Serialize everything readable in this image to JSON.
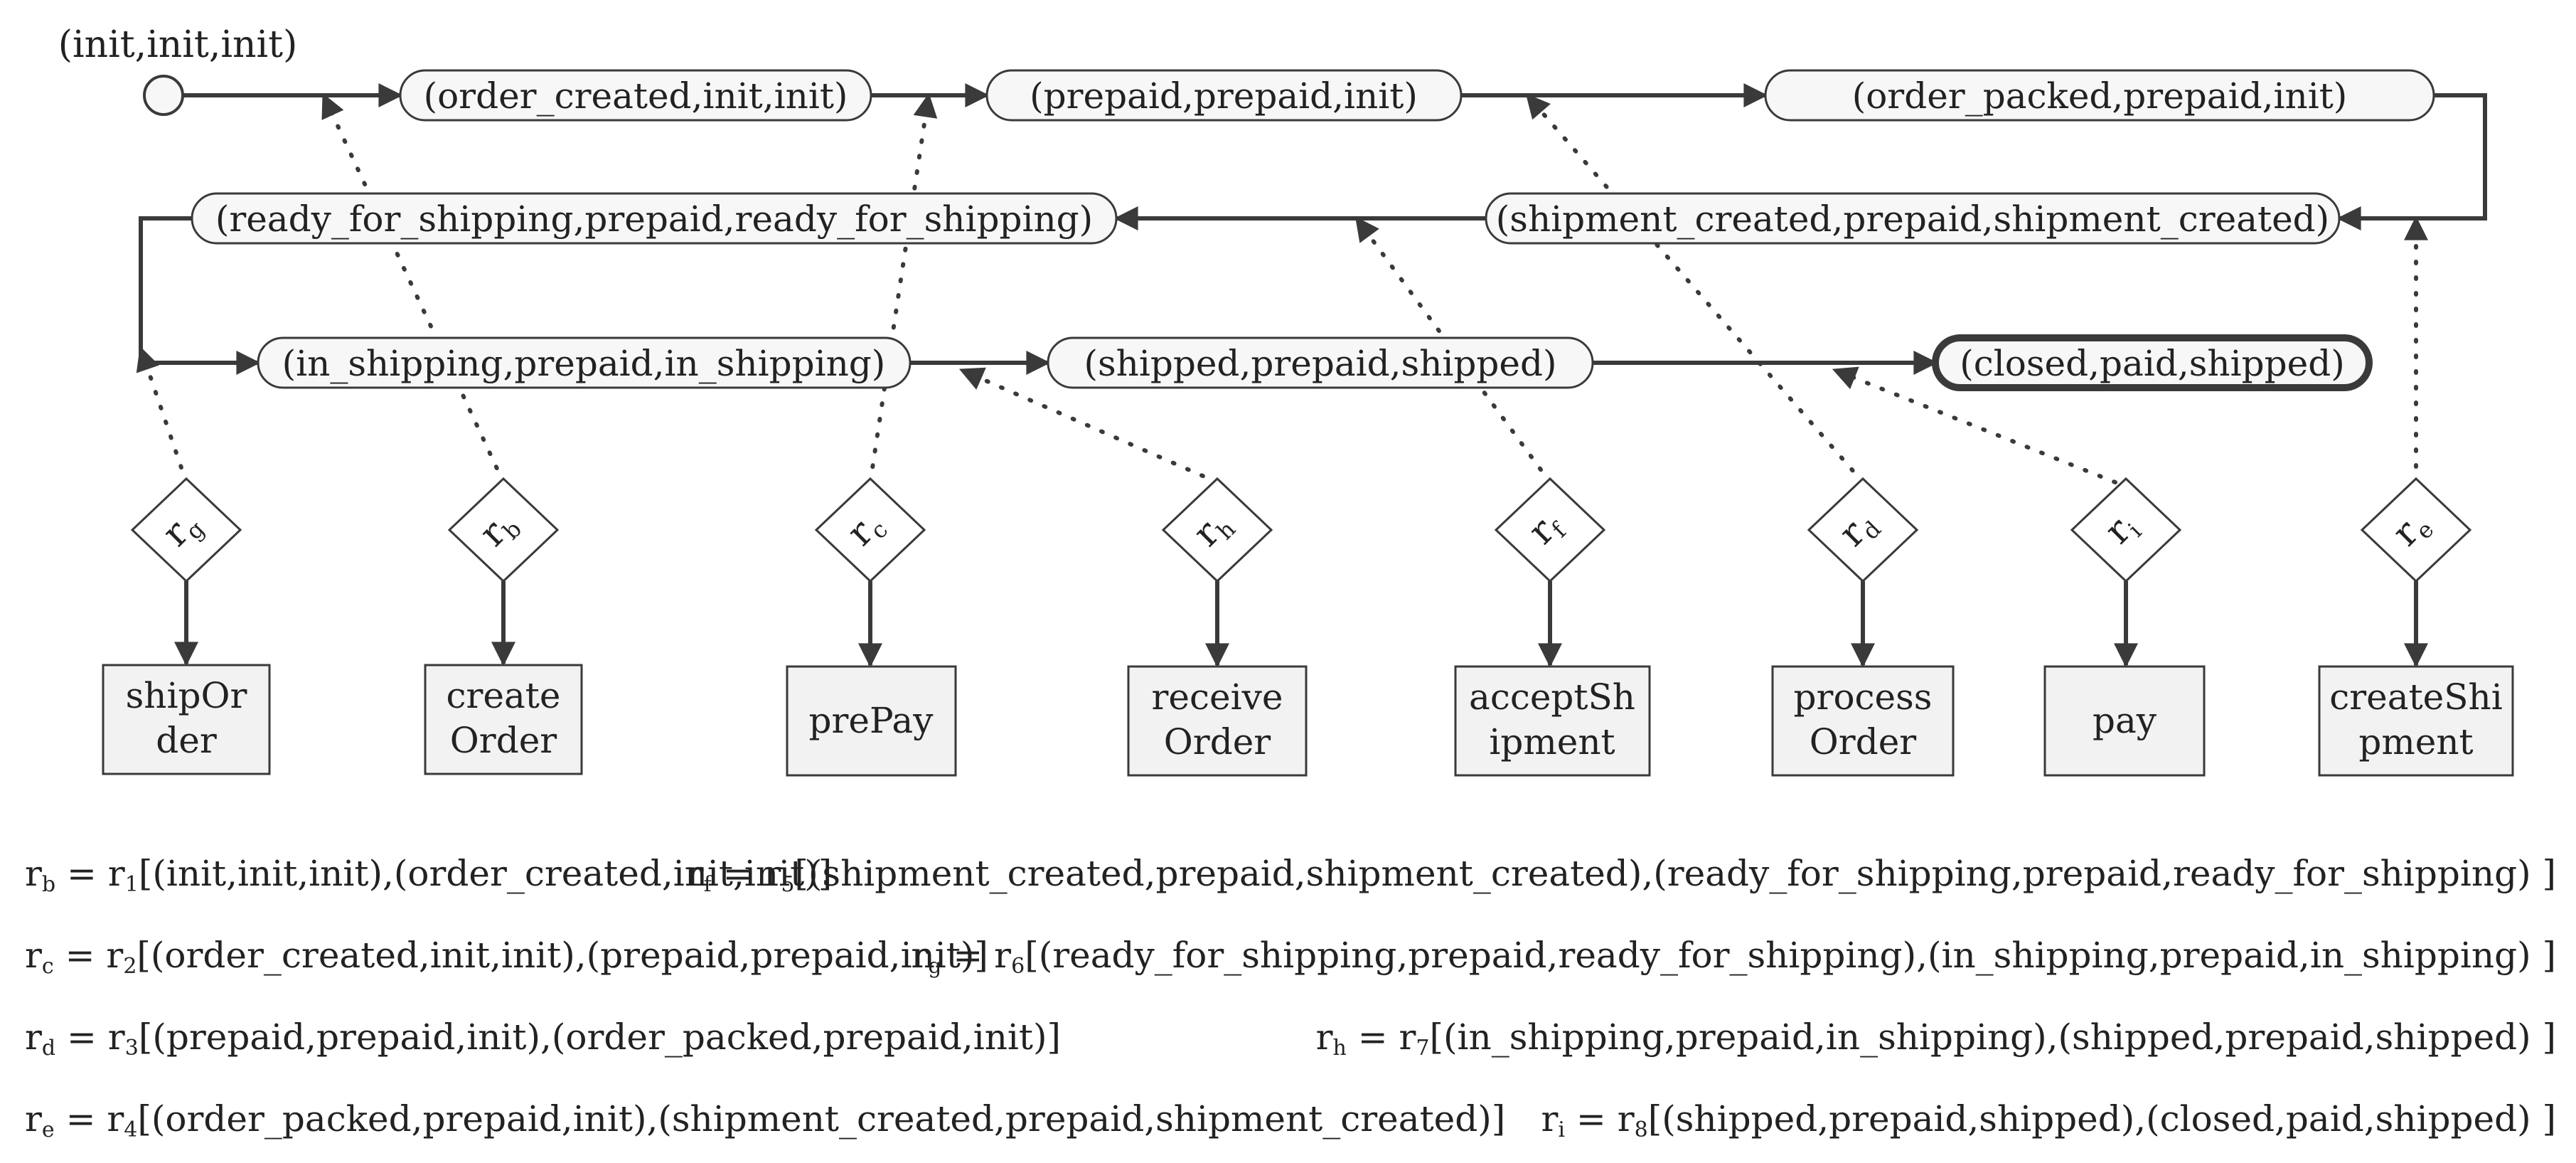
{
  "colors": {
    "ink": "#3a3a3a",
    "state_fill": "#f7f7f7",
    "service_fill": "#f2f2f2"
  },
  "initial": {
    "label": "(init,init,init)"
  },
  "states": {
    "s1": "(order_created,init,init)",
    "s2": "(prepaid,prepaid,init)",
    "s3": "(order_packed,prepaid,init)",
    "s4": "(shipment_created,prepaid,shipment_created)",
    "s5": "(ready_for_shipping,prepaid,ready_for_shipping)",
    "s6": "(in_shipping,prepaid,in_shipping)",
    "s7": "(shipped,prepaid,shipped)",
    "s8": "(closed,paid,shipped)"
  },
  "rules": [
    {
      "main": "r",
      "sub": "g",
      "service": [
        "shipOr",
        "der"
      ]
    },
    {
      "main": "r",
      "sub": "b",
      "service": [
        "create",
        "Order"
      ]
    },
    {
      "main": "r",
      "sub": "c",
      "service": [
        "prePay"
      ]
    },
    {
      "main": "r",
      "sub": "h",
      "service": [
        "receive",
        "Order"
      ]
    },
    {
      "main": "r",
      "sub": "f",
      "service": [
        "acceptSh",
        "ipment"
      ]
    },
    {
      "main": "r",
      "sub": "d",
      "service": [
        "process",
        "Order"
      ]
    },
    {
      "main": "r",
      "sub": "i",
      "service": [
        "pay"
      ]
    },
    {
      "main": "r",
      "sub": "e",
      "service": [
        "createShi",
        "pment"
      ]
    }
  ],
  "definitions": [
    {
      "lhs": "r",
      "lhs_sub": "b",
      "mid": " = r",
      "mid_sub": "1",
      "rhs": "[(init,init,init),(order_created,init,init)]"
    },
    {
      "lhs": "r",
      "lhs_sub": "c",
      "mid": " = r",
      "mid_sub": "2",
      "rhs": "[(order_created,init,init),(prepaid,prepaid,init)]"
    },
    {
      "lhs": "r",
      "lhs_sub": "d",
      "mid": " = r",
      "mid_sub": "3",
      "rhs": "[(prepaid,prepaid,init),(order_packed,prepaid,init)]"
    },
    {
      "lhs": "r",
      "lhs_sub": "e",
      "mid": " = r",
      "mid_sub": "4",
      "rhs": "[(order_packed,prepaid,init),(shipment_created,prepaid,shipment_created)]"
    },
    {
      "lhs": "r",
      "lhs_sub": "f",
      "mid": " = r",
      "mid_sub": "5",
      "rhs": "[(shipment_created,prepaid,shipment_created),(ready_for_shipping,prepaid,ready_for_shipping) ]"
    },
    {
      "lhs": "r",
      "lhs_sub": "g",
      "mid": " = r",
      "mid_sub": "6",
      "rhs": "[(ready_for_shipping,prepaid,ready_for_shipping),(in_shipping,prepaid,in_shipping) ]"
    },
    {
      "lhs": "r",
      "lhs_sub": "h",
      "mid": " = r",
      "mid_sub": "7",
      "rhs": "[(in_shipping,prepaid,in_shipping),(shipped,prepaid,shipped) ]"
    },
    {
      "lhs": "r",
      "lhs_sub": "i",
      "mid": " = r",
      "mid_sub": "8",
      "rhs": "[(shipped,prepaid,shipped),(closed,paid,shipped) ]"
    }
  ]
}
